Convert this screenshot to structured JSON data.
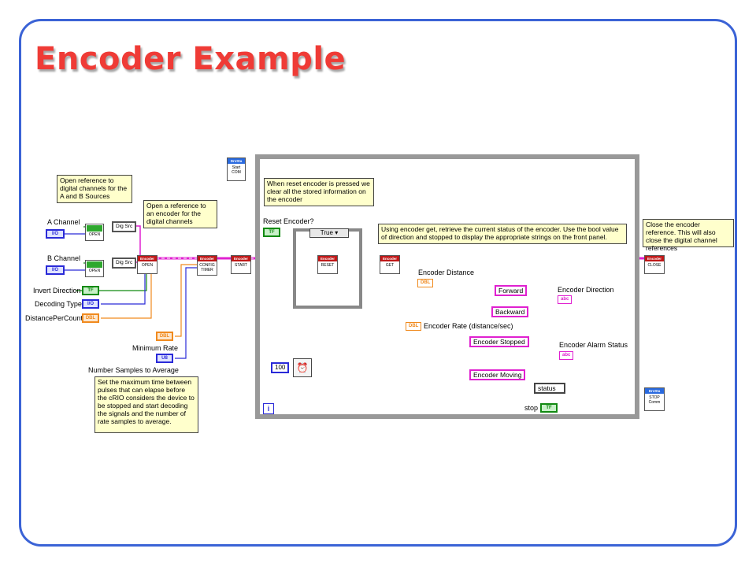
{
  "title": "Encoder Example",
  "notes": {
    "open_ref": "Open reference to digital channels for the A and B Sources",
    "open_encoder": "Open a reference to an encoder for the digital channels",
    "reset": "When reset encoder is pressed we clear all the stored information on the encoder",
    "get": "Using encoder get, retrieve the current status of the encoder. Use the bool value of direction and stopped to display the appropriate strings on the front panel.",
    "close": "Close the encoder reference. This will also close the digital channel references",
    "samples": "Set the maximum time between pulses that can elapse before the cRIO considers the device to be stopped and start decoding the signals and the number of rate samples to average."
  },
  "labels": {
    "a_channel": "A Channel",
    "b_channel": "B Channel",
    "invert_direction": "Invert Direction",
    "decoding_type": "Decoding Type",
    "distance_per_count": "DistancePerCount",
    "minimum_rate": "Minimum Rate",
    "number_samples": "Number Samples to Average",
    "reset_encoder": "Reset Encoder?",
    "encoder_distance": "Encoder Distance",
    "encoder_direction": "Encoder Direction",
    "encoder_rate": "Encoder Rate (distance/sec)",
    "encoder_alarm_status": "Encoder Alarm Status",
    "stop": "stop",
    "status": "status"
  },
  "constants": {
    "forward": "Forward",
    "backward": "Backward",
    "encoder_stopped": "Encoder Stopped",
    "encoder_moving": "Encoder Moving",
    "wait_ms": "100",
    "case_value": "True"
  },
  "vis": {
    "header": "Encoder",
    "dig_src": "Dig Src",
    "open": "OPEN",
    "config_timer": "CONFIG TIMER",
    "start": "START",
    "reset": "RESET",
    "get": "GET",
    "close": "CLOSE",
    "drvstn": "DrvSta",
    "start_comm": "Start COM",
    "stop_comm": "STOP Comm"
  },
  "terminals": {
    "io": "I/O",
    "tf": "TF",
    "dbl": "DBL",
    "u8": "U8",
    "abc": "abc",
    "loop_i": "i"
  }
}
